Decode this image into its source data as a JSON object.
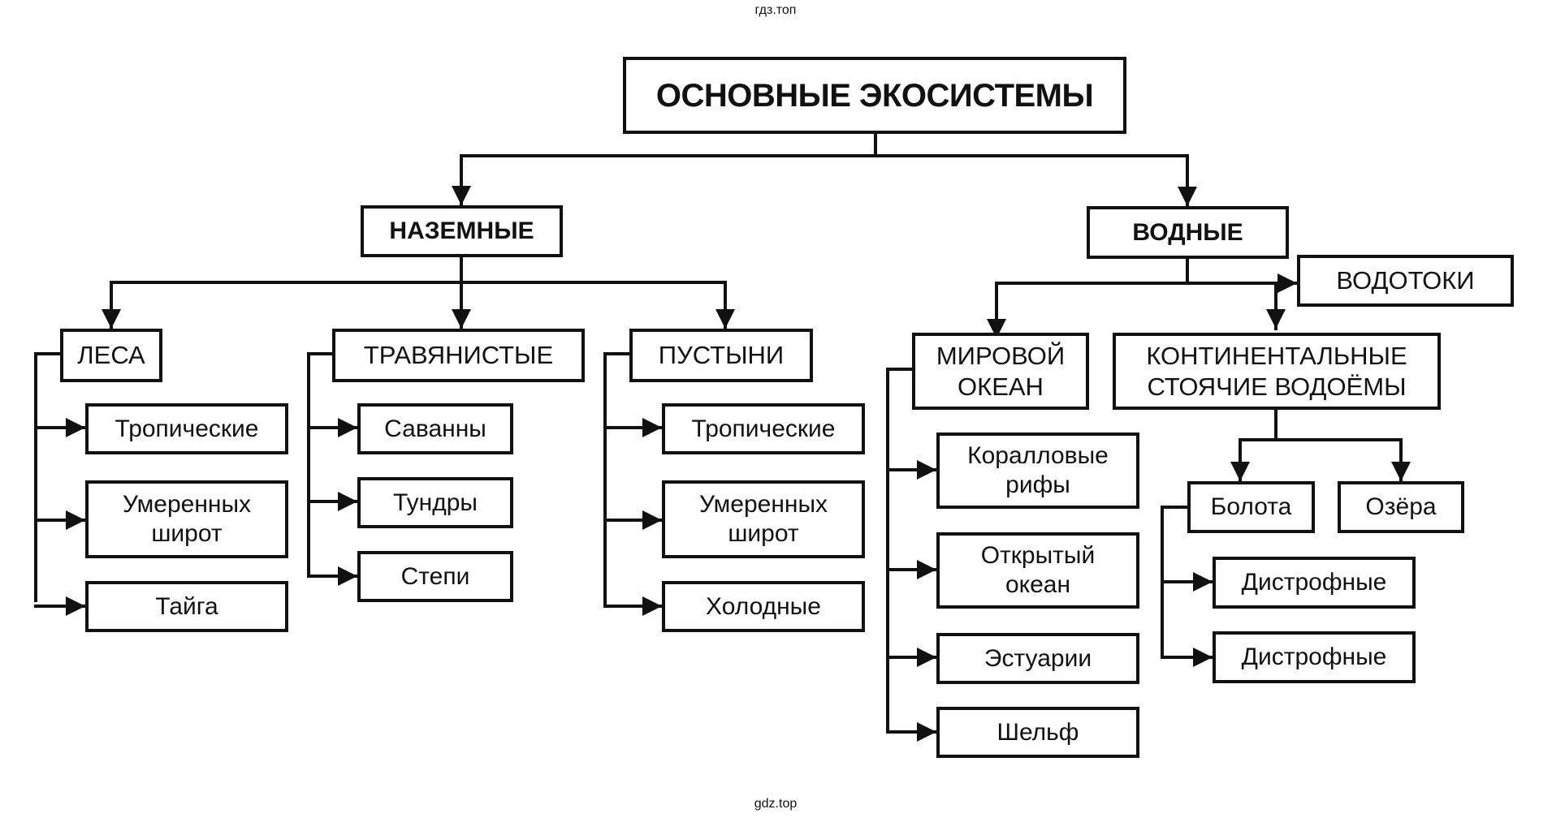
{
  "watermarks": {
    "top": "гдз.топ",
    "bottom": "gdz.top"
  },
  "diagram": {
    "title": "ОСНОВНЫЕ ЭКОСИСТЕМЫ",
    "terrestrial": {
      "label": "НАЗЕМНЫЕ",
      "groups": [
        {
          "label": "ЛЕСА",
          "items": [
            "Тропические",
            "Умеренных\nширот",
            "Тайга"
          ]
        },
        {
          "label": "ТРАВЯНИСТЫЕ",
          "items": [
            "Саванны",
            "Тундры",
            "Степи"
          ]
        },
        {
          "label": "ПУСТЫНИ",
          "items": [
            "Тропические",
            "Умеренных\nширот",
            "Холодные"
          ]
        }
      ]
    },
    "aquatic": {
      "label": "ВОДНЫЕ",
      "streams": "ВОДОТОКИ",
      "ocean": {
        "label": "МИРОВОЙ\nОКЕАН",
        "items": [
          "Коралловые\nрифы",
          "Открытый\nокеан",
          "Эстуарии",
          "Шельф"
        ]
      },
      "continental": {
        "label": "КОНТИНЕНТАЛЬНЫЕ\nСТОЯЧИЕ ВОДОЁМЫ",
        "swamps": {
          "label": "Болота",
          "items": [
            "Дистрофные",
            "Дистрофные"
          ]
        },
        "lakes": "Озёра"
      }
    }
  }
}
